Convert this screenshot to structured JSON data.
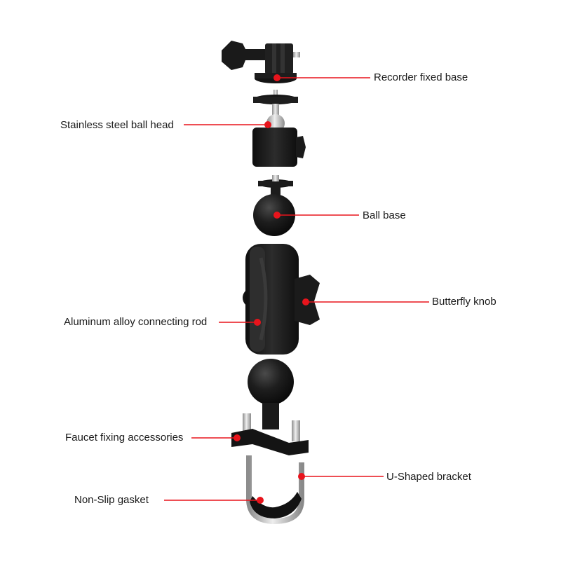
{
  "colors": {
    "leader_line": "#e8141c",
    "dot": "#e8141c",
    "part_dark": "#151515",
    "part_mid": "#2b2b2b",
    "metal": "#c8c8c8",
    "background": "#ffffff"
  },
  "labels": {
    "recorder_fixed_base": "Recorder fixed base",
    "stainless_steel_ball_head": "Stainless steel ball head",
    "ball_base": "Ball base",
    "butterfly_knob": "Butterfly knob",
    "aluminum_alloy_connecting_rod": "Aluminum alloy connecting rod",
    "faucet_fixing_accessories": "Faucet fixing accessories",
    "u_shaped_bracket": "U-Shaped bracket",
    "non_slip_gasket": "Non-Slip gasket"
  }
}
